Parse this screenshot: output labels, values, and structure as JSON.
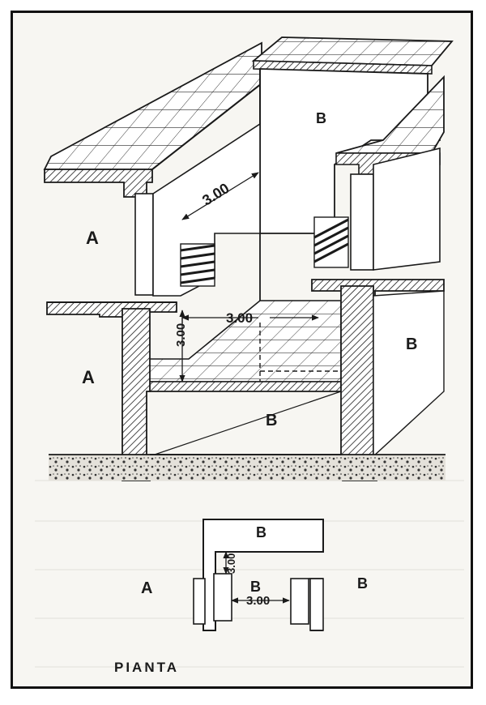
{
  "zone_labels": {
    "upper_left": "A",
    "upper_right": "B",
    "mid_left": "A",
    "right": "B",
    "center": "B"
  },
  "dimensions": {
    "upper_width": "3.00",
    "floor_width": "3.00",
    "height": "3.00",
    "plan_width": "3.00",
    "plan_height": "3.00"
  },
  "plan": {
    "title": "PIANTA",
    "label_top": "B",
    "label_left": "A",
    "label_center": "B",
    "label_right": "B"
  },
  "colors": {
    "ink": "#1a1a1a",
    "paper": "#f7f6f2",
    "ground": "#d9d6cf"
  }
}
